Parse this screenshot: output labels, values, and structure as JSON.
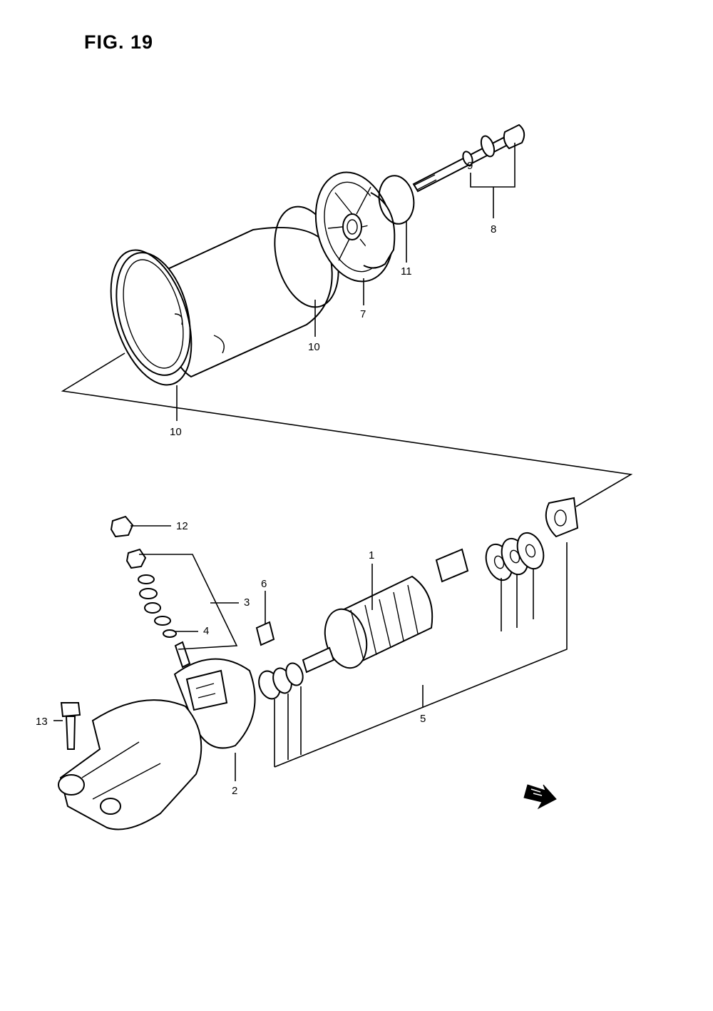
{
  "figure": {
    "title": "FIG. 19"
  },
  "callouts": {
    "c1": "1",
    "c2": "2",
    "c3": "3",
    "c4": "4",
    "c5": "5",
    "c6": "6",
    "c7": "7",
    "c8": "8",
    "c9": "9",
    "c10a": "10",
    "c10b": "10",
    "c11": "11",
    "c12": "12",
    "c13": "13"
  },
  "icons": {
    "front_arrow": "front-direction-arrow-icon"
  }
}
